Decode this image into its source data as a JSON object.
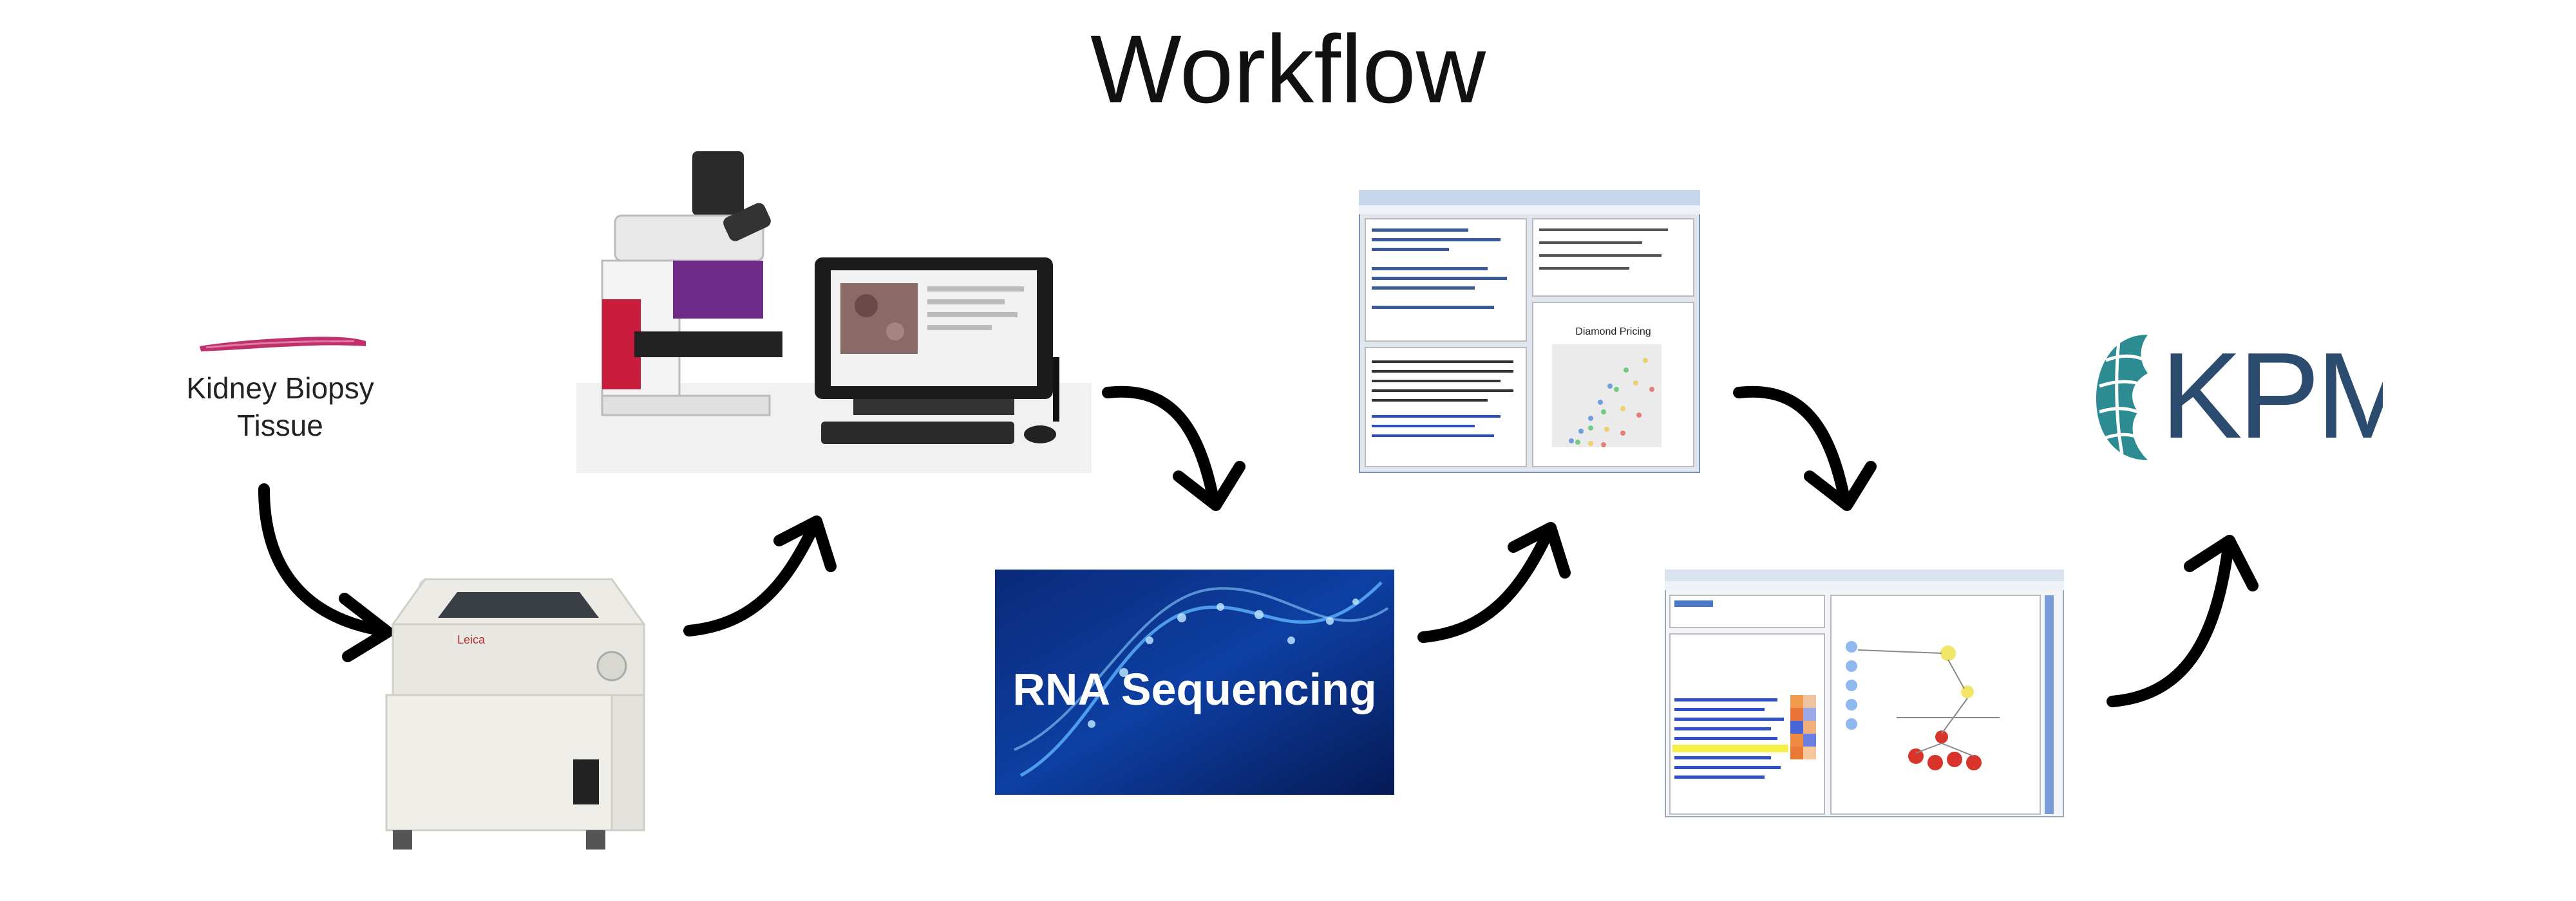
{
  "title": "Workflow",
  "tissue": {
    "line1": "Kidney Biopsy",
    "line2": "Tissue"
  },
  "rna": {
    "label": "RNA Sequencing"
  },
  "plot_window": {
    "title": "Diamond Pricing"
  },
  "logo": {
    "text": "KPMP"
  },
  "colors": {
    "tissue": "#c0306d",
    "rna_bg": "#0a2a78",
    "logo": "#2b4c6e",
    "arrow": "#000000"
  }
}
